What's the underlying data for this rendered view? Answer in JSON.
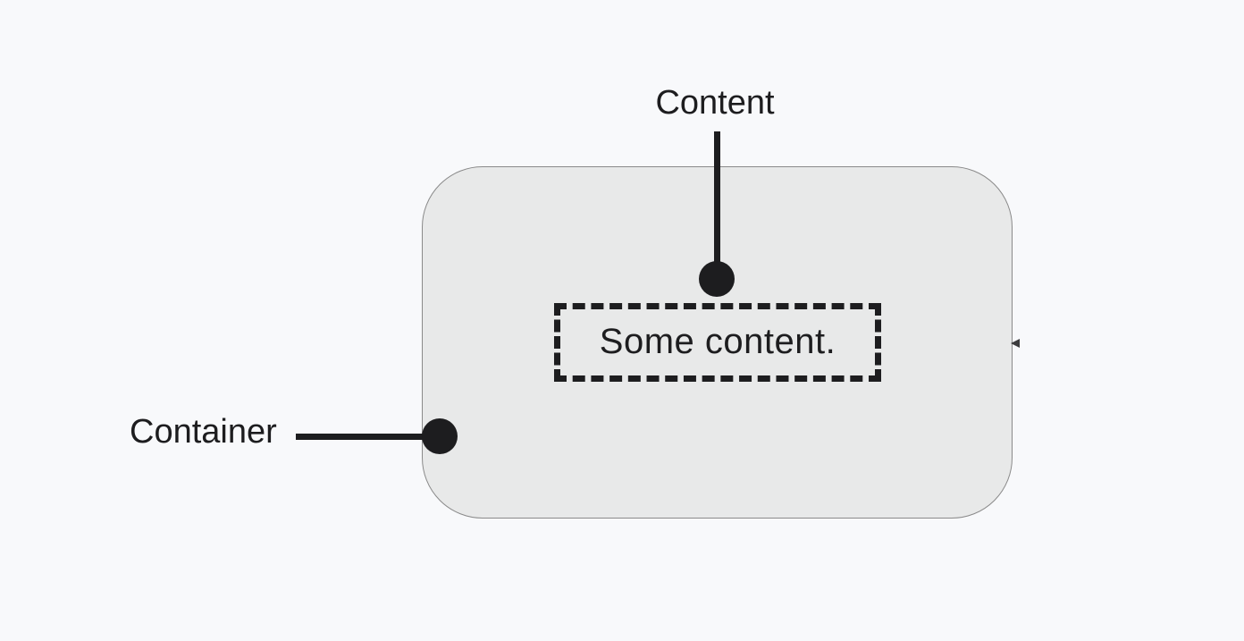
{
  "diagram": {
    "background_color": "#f8f9fb",
    "ink_color": "#1d1d1f",
    "container": {
      "label": "Container",
      "fill_color": "#e8e9e9",
      "border_color": "#8a8a8a"
    },
    "content": {
      "label": "Content",
      "text": "Some content.",
      "border_style": "dashed"
    }
  }
}
